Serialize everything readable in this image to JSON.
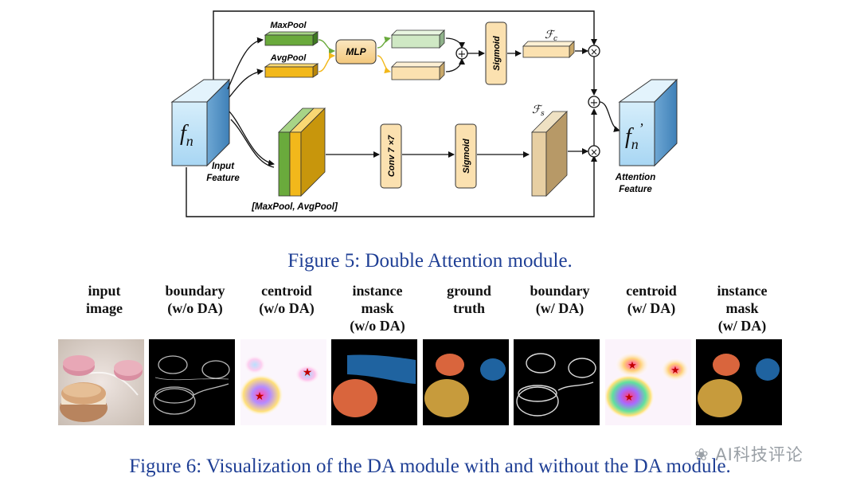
{
  "figure5": {
    "labels": {
      "maxpool": "MaxPool",
      "avgpool": "AvgPool",
      "mlp": "MLP",
      "sigmoid": "Sigmoid",
      "fc": "ℱ",
      "fc_sub": "c",
      "fs": "ℱ",
      "fs_sub": "s",
      "fn": "f",
      "fn_sub": "n",
      "fn_prime": "’",
      "input_line1": "Input",
      "input_line2": "Feature",
      "conv": "Conv 7 ×7",
      "concat": "[MaxPool, AvgPool]",
      "attention_line1": "Attention",
      "attention_line2": "Feature",
      "plus": "+",
      "times": "×"
    },
    "caption": "Figure 5: Double Attention module."
  },
  "figure6": {
    "columns": [
      {
        "line1": "input",
        "line2": "image",
        "line3": ""
      },
      {
        "line1": "boundary",
        "line2": "(w/o DA)",
        "line3": ""
      },
      {
        "line1": "centroid",
        "line2": "(w/o DA)",
        "line3": ""
      },
      {
        "line1": "instance",
        "line2": "mask",
        "line3": "(w/o DA)"
      },
      {
        "line1": "ground",
        "line2": "truth",
        "line3": ""
      },
      {
        "line1": "boundary",
        "line2": "(w/ DA)",
        "line3": ""
      },
      {
        "line1": "centroid",
        "line2": "(w/ DA)",
        "line3": ""
      },
      {
        "line1": "instance",
        "line2": "mask",
        "line3": "(w/ DA)"
      }
    ],
    "caption": "Figure 6: Visualization of the DA module with and without the DA module."
  },
  "watermark": "AI科技评论",
  "colors": {
    "caption_blue": "#1f3f95",
    "cube_blue": "#bfe2f7",
    "maxpool_green": "#6aaa3c",
    "avgpool_orange": "#f2b81b",
    "mlp_orange": "#f7d79e",
    "mask_blue": "#1f63a0",
    "mask_orange": "#d9653d",
    "mask_gold": "#c79b3c"
  }
}
